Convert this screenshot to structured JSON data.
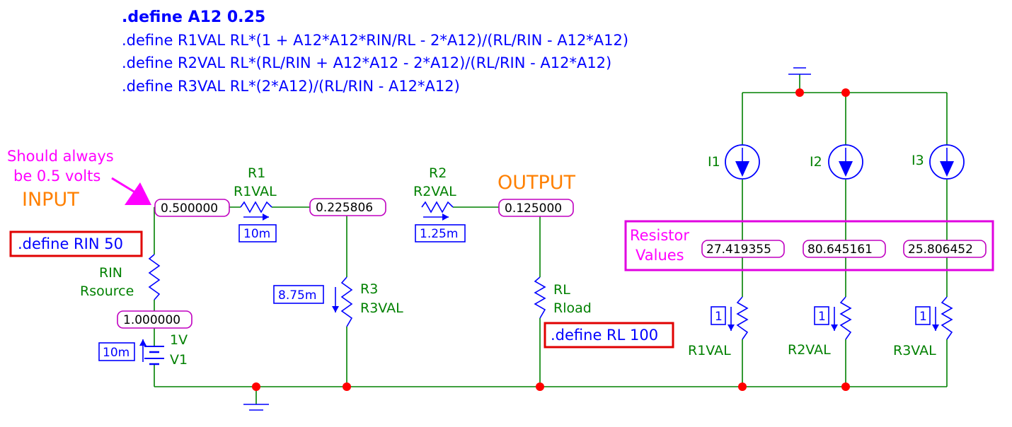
{
  "defines": {
    "a12": ".define A12 0.25",
    "r1val": ".define R1VAL RL*(1 + A12*A12*RIN/RL - 2*A12)/(RL/RIN - A12*A12)",
    "r2val": ".define R2VAL RL*(RL/RIN + A12*A12 - 2*A12)/(RL/RIN - A12*A12)",
    "r3val": ".define R3VAL RL*(2*A12)/(RL/RIN - A12*A12)",
    "rin": ".define RIN 50",
    "rl": ".define RL 100"
  },
  "annotations": {
    "should_line1": "Should always",
    "should_line2": "be 0.5 volts",
    "input": "INPUT",
    "output": "OUTPUT",
    "resistor_line1": "Resistor",
    "resistor_line2": "Values"
  },
  "components": {
    "r1_name": "R1",
    "r1_value": "R1VAL",
    "r2_name": "R2",
    "r2_value": "R2VAL",
    "r3_name": "R3",
    "r3_value": "R3VAL",
    "rin_name": "RIN",
    "rin_value": "Rsource",
    "rl_name": "RL",
    "rl_value": "Rload",
    "v1_value": "1V",
    "v1_name": "V1",
    "i1": "I1",
    "i2": "I2",
    "i3": "I3",
    "rr1": "R1VAL",
    "rr2": "R2VAL",
    "rr3": "R3VAL"
  },
  "node_voltages": {
    "input": "0.500000",
    "mid": "0.225806",
    "output": "0.125000",
    "source": "1.000000"
  },
  "currents": {
    "r1": "10m",
    "r2": "1.25m",
    "r3": "8.75m",
    "v1": "10m",
    "rr1": "1",
    "rr2": "1",
    "rr3": "1"
  },
  "resistor_values": {
    "r1": "27.419355",
    "r2": "80.645161",
    "r3": "25.806452"
  },
  "colors": {
    "wire": "#008000",
    "component": "#0000ff",
    "junction": "#ff0000",
    "define_text": "#0000ff",
    "label_text": "#008000",
    "highlight_label": "#ff8000",
    "note": "#ff00ff",
    "define_box": "#e00000",
    "node_box": "#c000c0"
  }
}
